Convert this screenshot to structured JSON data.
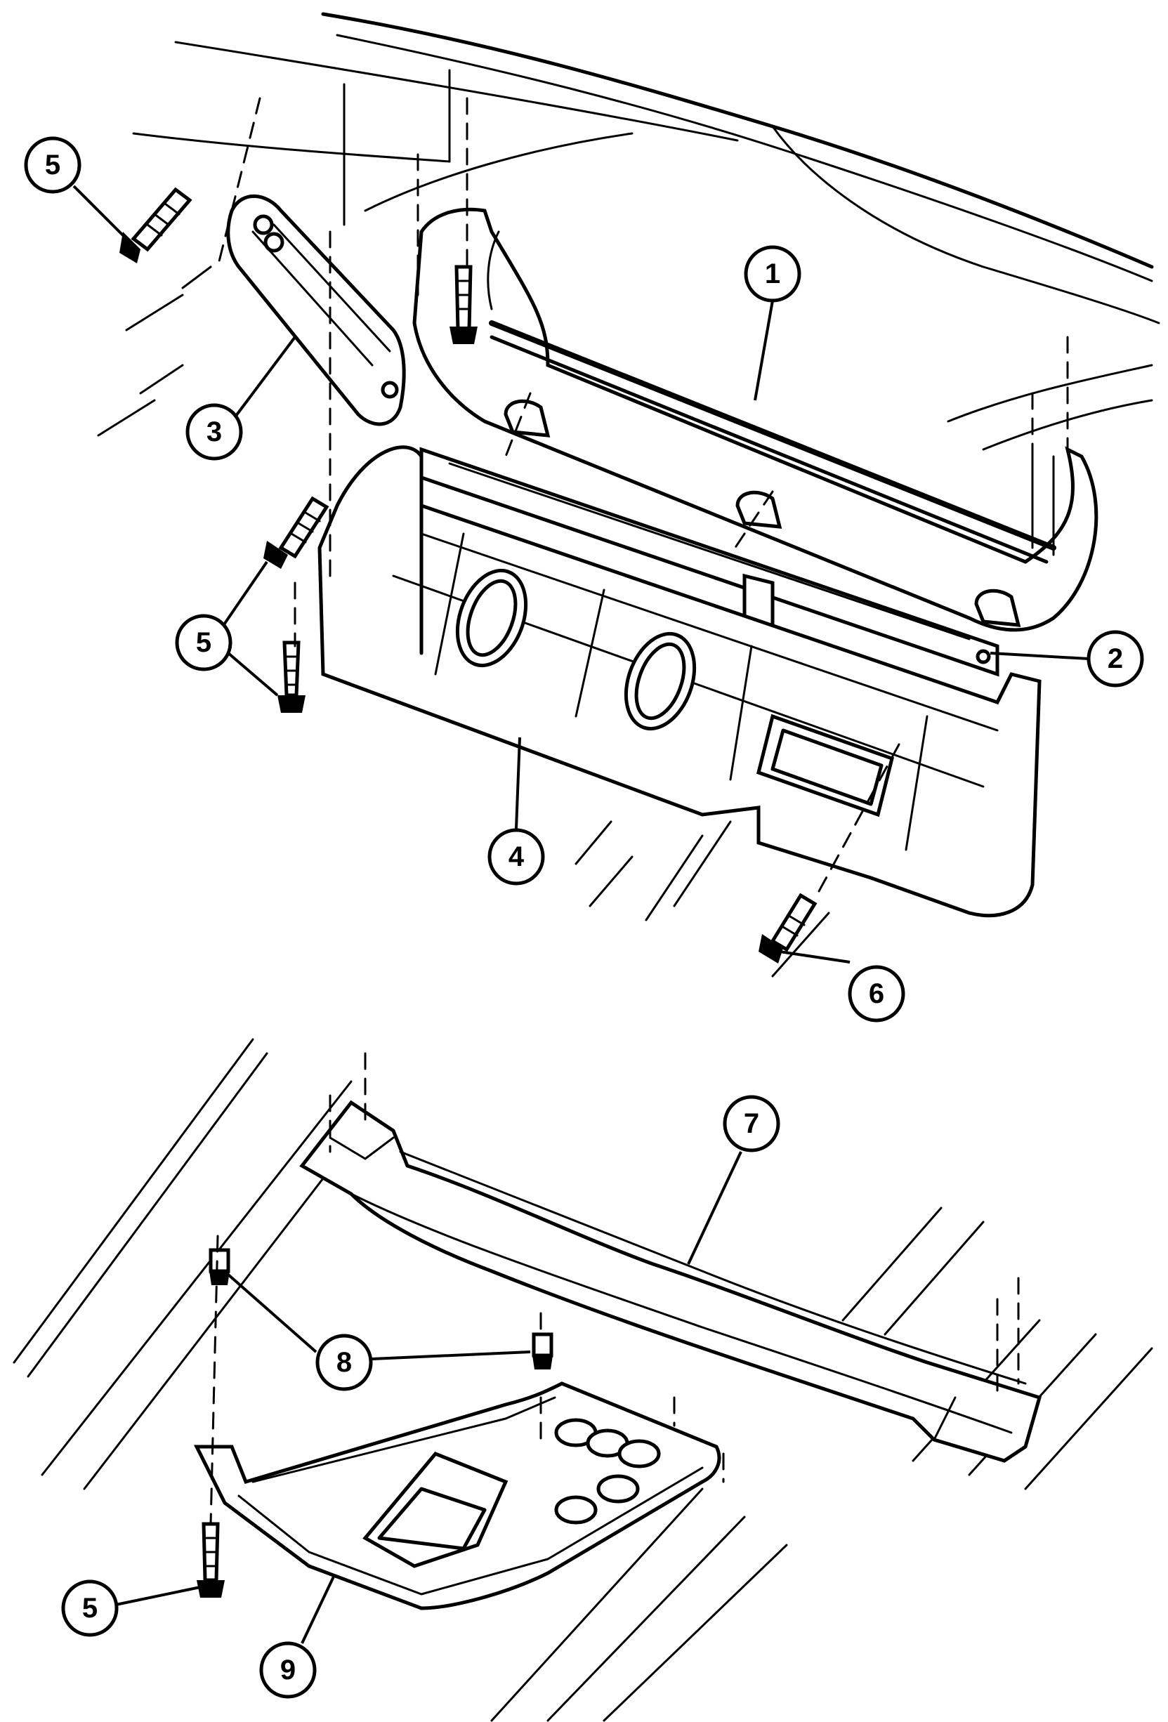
{
  "callouts": [
    {
      "id": "c1",
      "label": "1"
    },
    {
      "id": "c2",
      "label": "2"
    },
    {
      "id": "c3",
      "label": "3"
    },
    {
      "id": "c4",
      "label": "4"
    },
    {
      "id": "c5a",
      "label": "5"
    },
    {
      "id": "c5b",
      "label": "5"
    },
    {
      "id": "c5c",
      "label": "5"
    },
    {
      "id": "c6",
      "label": "6"
    },
    {
      "id": "c7",
      "label": "7"
    },
    {
      "id": "c8",
      "label": "8"
    },
    {
      "id": "c9",
      "label": "9"
    }
  ]
}
